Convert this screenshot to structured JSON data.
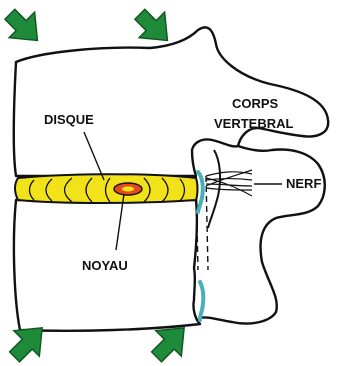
{
  "labels": {
    "disque": "DISQUE",
    "corps_line1": "CORPS",
    "corps_line2": "VERTEBRAL",
    "nerf": "NERF",
    "noyau": "NOYAU"
  },
  "colors": {
    "arrow": "#1f8a3a",
    "arrow_stroke": "#0f5a22",
    "disc": "#f2e21a",
    "disc_stroke": "#9a8a00",
    "nucleus": "#e84a1f",
    "nerve": "#4ab0b8",
    "outline": "#111111"
  },
  "icons": [
    "down-arrow-icon",
    "up-arrow-icon"
  ]
}
